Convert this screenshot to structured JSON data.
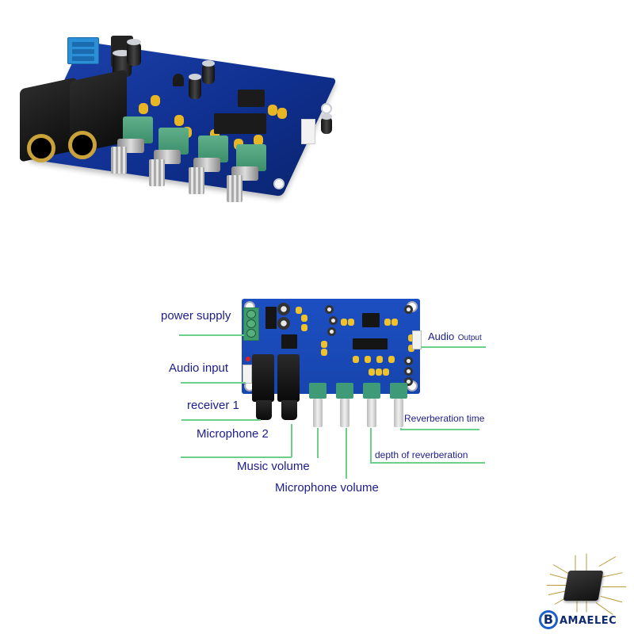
{
  "product_photo": {
    "description": "Karaoke microphone preamp reverb board (isometric view)",
    "components": {
      "potentiometers": 4,
      "audio_jacks": 2,
      "ics": 2
    }
  },
  "diagram": {
    "labels": {
      "power_supply": "power supply",
      "audio_input": "Audio input",
      "receiver_1": "receiver 1",
      "microphone_2": "Microphone 2",
      "music_volume": "Music volume",
      "microphone_volume": "Microphone volume",
      "depth_of_reverberation": "depth of reverberation",
      "reverberation_time": "Reverberation time",
      "audio_output_main": "Audio",
      "audio_output_sub": "Output"
    },
    "colors": {
      "label_text": "#1c1d8c",
      "leader_line": "#6cd08a",
      "pcb": "#1c4fc2"
    }
  },
  "logo": {
    "letter": "B",
    "name": "AMAELEC",
    "icon": "microchip-icon"
  }
}
